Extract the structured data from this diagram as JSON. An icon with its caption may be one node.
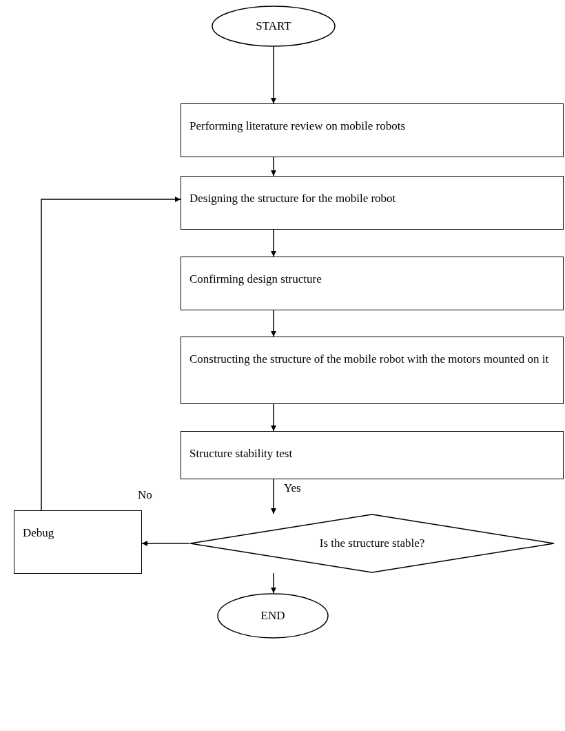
{
  "diagram": {
    "nodes": [
      {
        "text": [
          "START"
        ]
      },
      {
        "text": [
          "Performing literature review on mobile robots"
        ]
      },
      {
        "text": [
          "Designing the structure for the mobile robot"
        ]
      },
      {
        "text": [
          "Confirming design structure"
        ]
      },
      {
        "text": [
          "Constructing the structure of the mobile robot with the motors mounted on it"
        ]
      },
      {
        "text": [
          "Structure stability test"
        ]
      },
      {
        "text": [
          "Is the structure stable?"
        ]
      },
      {
        "text": [
          "Debug"
        ]
      },
      {
        "text": [
          "END"
        ]
      }
    ],
    "edges": [
      {
        "from": 0,
        "to": 1,
        "arrow": "to"
      },
      {
        "from": 1,
        "to": 2,
        "arrow": "to"
      },
      {
        "from": 2,
        "to": 3,
        "arrow": "to"
      },
      {
        "from": 3,
        "to": 4,
        "arrow": "to"
      },
      {
        "from": 4,
        "to": 5,
        "arrow": "to"
      },
      {
        "from": 5,
        "to": 6,
        "arrow": "to",
        "label": "Yes"
      },
      {
        "from": 6,
        "to": 7,
        "arrow": "to",
        "label": "No"
      },
      {
        "from": 7,
        "to": 2,
        "arrow": "to"
      },
      {
        "from": 6,
        "to": 8,
        "arrow": "to"
      }
    ]
  }
}
